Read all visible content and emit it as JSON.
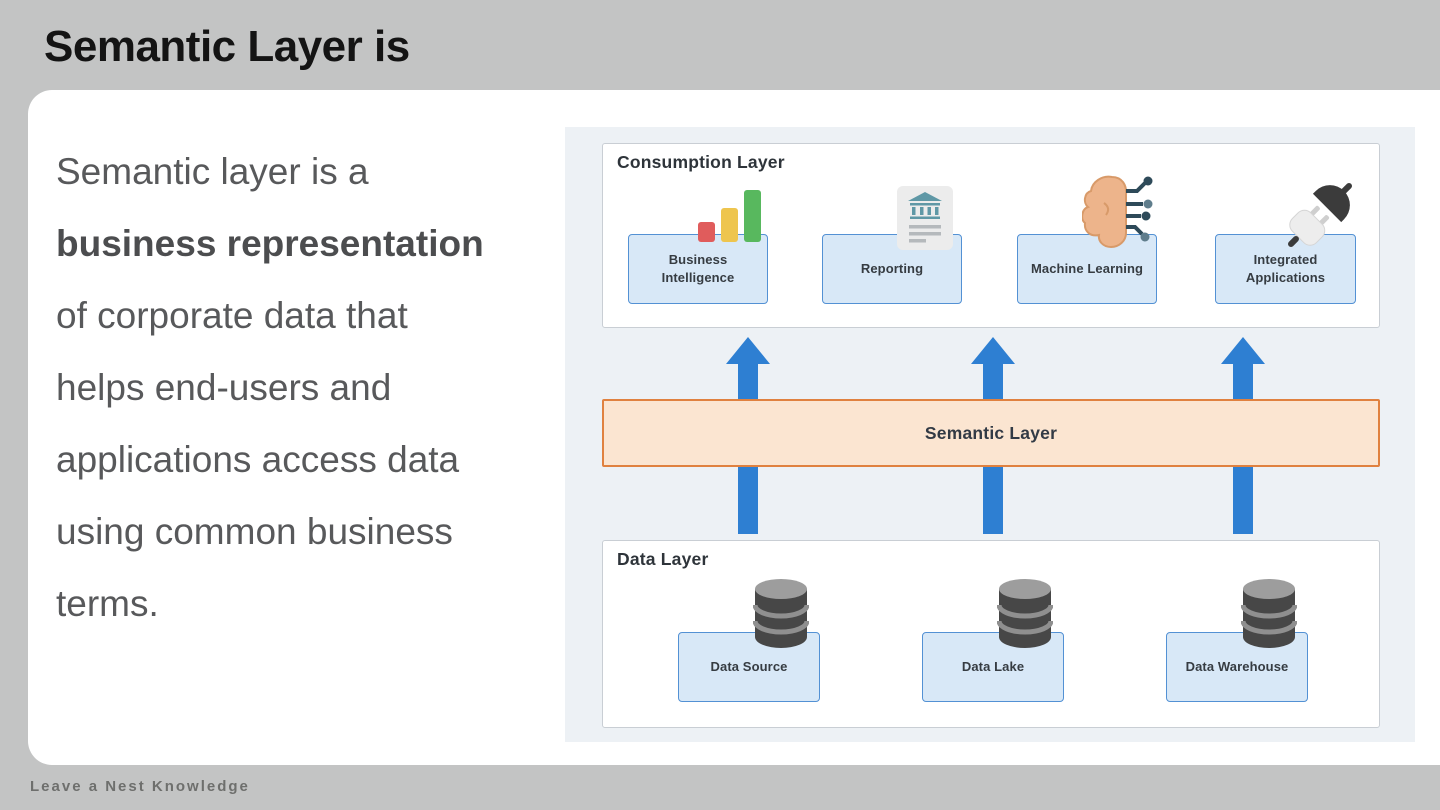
{
  "title": "Semantic Layer is",
  "footer": "Leave a Nest Knowledge",
  "lede": {
    "lines": [
      "Semantic layer is a",
      "business representation",
      "of corporate data that",
      "helps end-users and",
      "applications access data",
      "using common business",
      "terms."
    ],
    "bold_segment": "business representation",
    "full_text": "Semantic layer is a business representation of corporate data that helps end-users and applications access data using common business terms."
  },
  "diagram": {
    "consumption": {
      "label": "Consumption Layer",
      "nodes": [
        {
          "label": "Business Intelligence",
          "icon": "bar-chart"
        },
        {
          "label": "Reporting",
          "icon": "report-document"
        },
        {
          "label": "Machine Learning",
          "icon": "brain-circuit"
        },
        {
          "label": "Integrated Applications",
          "icon": "plug"
        }
      ]
    },
    "semantic_band": {
      "label": "Semantic Layer"
    },
    "data": {
      "label": "Data Layer",
      "nodes": [
        {
          "label": "Data Source",
          "icon": "database"
        },
        {
          "label": "Data Lake",
          "icon": "database"
        },
        {
          "label": "Data Warehouse",
          "icon": "database"
        }
      ]
    },
    "colors": {
      "arrow_blue": "#2e7fd2",
      "node_fill": "#d8e8f7",
      "node_border": "#5391d4",
      "semantic_fill": "#fbe5d1",
      "semantic_border": "#e0813f",
      "diagram_background": "#edf1f5",
      "bar_chart_red": "#e05c5c",
      "bar_chart_yellow": "#eec54e",
      "bar_chart_green": "#58b85e"
    }
  }
}
